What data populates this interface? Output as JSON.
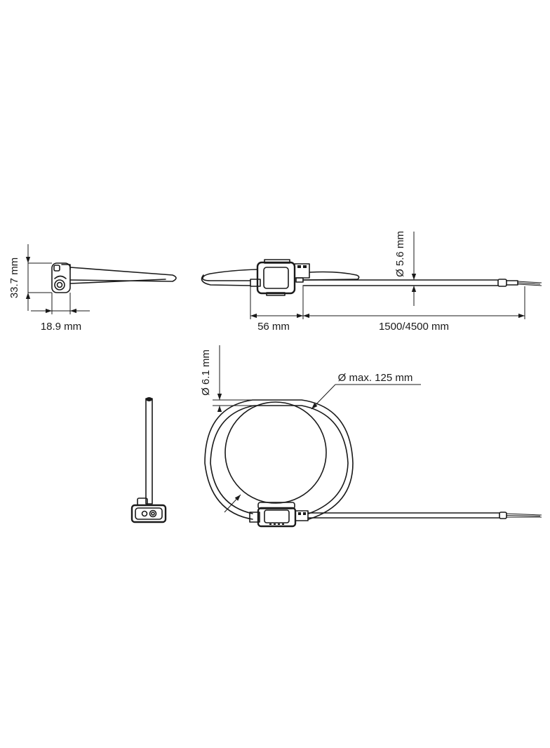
{
  "labels": {
    "height_side": "33.7 mm",
    "width_side": "18.9 mm",
    "cable_diameter": "Ø 5.6 mm",
    "housing_length": "56 mm",
    "cable_length": "1500/4500 mm",
    "coil_thickness": "Ø 6.1 mm",
    "coil_max_diameter": "Ø max. 125 mm"
  },
  "colors": {
    "line": "#1a1a1a",
    "background": "#ffffff"
  }
}
